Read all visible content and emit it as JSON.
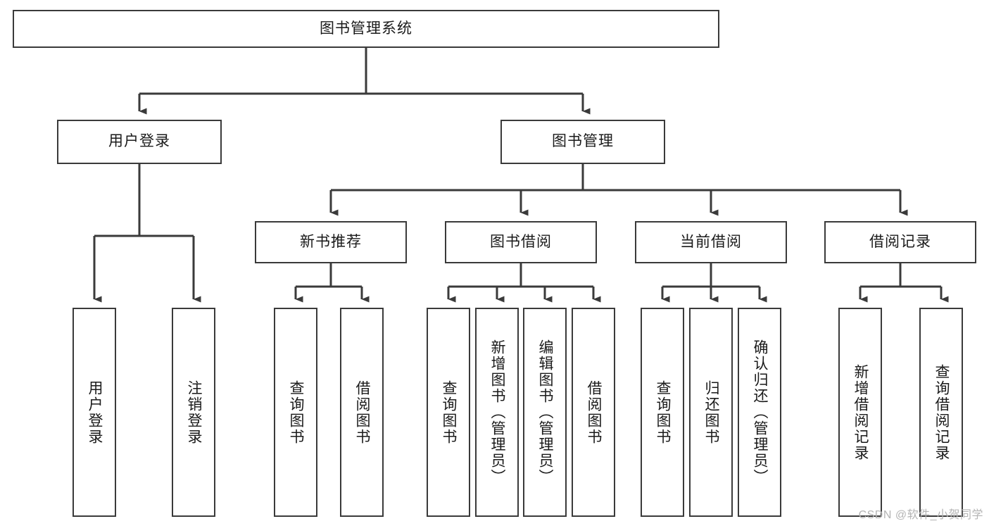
{
  "diagram": {
    "title": "图书管理系统",
    "root": {
      "id": "root",
      "label": "图书管理系统"
    },
    "level2": [
      {
        "id": "user-login",
        "label": "用户登录"
      },
      {
        "id": "book-management",
        "label": "图书管理"
      }
    ],
    "level3": [
      {
        "id": "new-book-recommend",
        "label": "新书推荐"
      },
      {
        "id": "book-borrow",
        "label": "图书借阅"
      },
      {
        "id": "current-borrow",
        "label": "当前借阅"
      },
      {
        "id": "borrow-record",
        "label": "借阅记录"
      }
    ],
    "leaves": [
      {
        "id": "leaf-user-login",
        "label": "用户登录",
        "parent": "user-login"
      },
      {
        "id": "leaf-user-logout",
        "label": "注销登录",
        "parent": "user-login"
      },
      {
        "id": "leaf-query-book-1",
        "label": "查询图书",
        "parent": "new-book-recommend"
      },
      {
        "id": "leaf-borrow-book-1",
        "label": "借阅图书",
        "parent": "new-book-recommend"
      },
      {
        "id": "leaf-query-book-2",
        "label": "查询图书",
        "parent": "book-borrow"
      },
      {
        "id": "leaf-add-book",
        "label": "新增图书（管理员）",
        "parent": "book-borrow"
      },
      {
        "id": "leaf-edit-book",
        "label": "编辑图书（管理员）",
        "parent": "book-borrow"
      },
      {
        "id": "leaf-borrow-book-2",
        "label": "借阅图书",
        "parent": "book-borrow"
      },
      {
        "id": "leaf-query-book-3",
        "label": "查询图书",
        "parent": "current-borrow"
      },
      {
        "id": "leaf-return-book",
        "label": "归还图书",
        "parent": "current-borrow"
      },
      {
        "id": "leaf-confirm-return",
        "label": "确认归还（管理员）",
        "parent": "current-borrow"
      },
      {
        "id": "leaf-add-record",
        "label": "新增借阅记录",
        "parent": "borrow-record"
      },
      {
        "id": "leaf-query-record",
        "label": "查询借阅记录",
        "parent": "borrow-record"
      }
    ],
    "colors": {
      "border": "#3a3a3a",
      "background": "#ffffff",
      "text": "#1a1a1a",
      "watermark": "#b4b4b4"
    }
  },
  "watermark": {
    "text": "CSDN @软件_小贺同学"
  }
}
